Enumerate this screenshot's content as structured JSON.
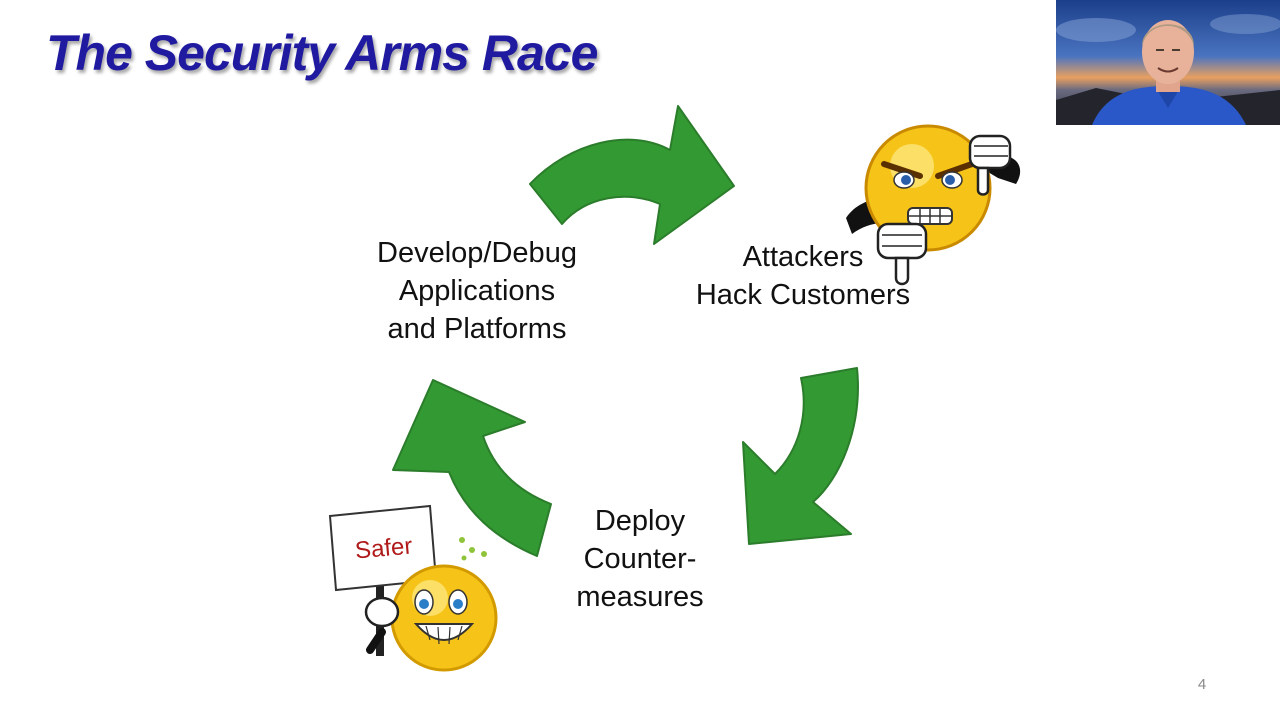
{
  "slide": {
    "title": "The Security Arms Race",
    "number": "4"
  },
  "cycle": {
    "develop": [
      "Develop/Debug",
      "Applications",
      "and Platforms"
    ],
    "attack": [
      "Attackers",
      "Hack Customers"
    ],
    "deploy": [
      "Deploy",
      "Counter-",
      "measures"
    ]
  },
  "sign": {
    "text": "Safer"
  },
  "colors": {
    "title": "#1f1aa0",
    "arrow_fill": "#339933",
    "arrow_stroke": "#2b7d2b",
    "sign_text": "#b01a1a",
    "smiley": "#f6c418"
  },
  "icons": {
    "angry_face": "angry-smiley-icon",
    "thumbs_down": "thumbs-down-icon",
    "happy_face": "happy-smiley-icon",
    "sign": "safer-sign-icon"
  }
}
